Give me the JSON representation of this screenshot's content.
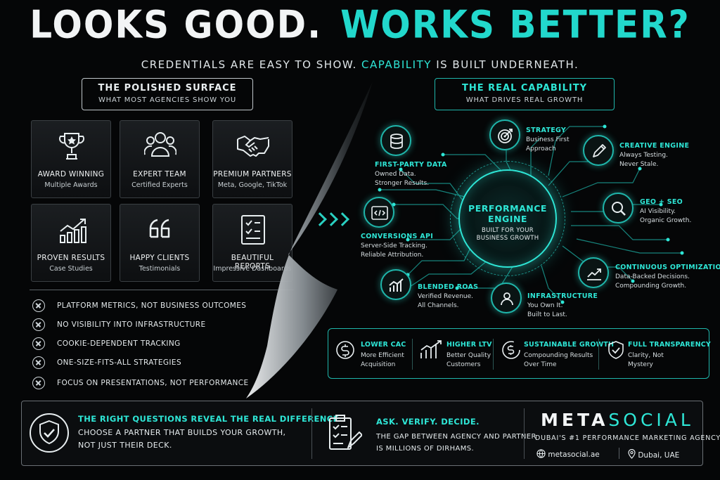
{
  "header": {
    "title_white": "LOOKS GOOD.",
    "title_teal": "WORKS BETTER?",
    "subtitle_a": "CREDENTIALS ARE EASY TO SHOW.",
    "subtitle_b": "CAPABILITY",
    "subtitle_c": "IS BUILT UNDERNEATH."
  },
  "left": {
    "heading": "THE POLISHED SURFACE",
    "subheading": "WHAT MOST AGENCIES SHOW YOU",
    "cards": [
      {
        "icon": "trophy-icon",
        "label": "AWARD WINNING",
        "sub": "Multiple Awards"
      },
      {
        "icon": "team-icon",
        "label": "EXPERT TEAM",
        "sub": "Certified Experts"
      },
      {
        "icon": "handshake-icon",
        "label": "PREMIUM PARTNERS",
        "sub": "Meta, Google, TikTok"
      },
      {
        "icon": "growth-chart-icon",
        "label": "PROVEN RESULTS",
        "sub": "Case Studies"
      },
      {
        "icon": "quote-icon",
        "label": "HAPPY CLIENTS",
        "sub": "Testimonials"
      },
      {
        "icon": "report-icon",
        "label": "BEAUTIFUL REPORTS",
        "sub": "Impressive Dashboards"
      }
    ],
    "negatives": [
      "PLATFORM METRICS, NOT BUSINESS OUTCOMES",
      "NO VISIBILITY INTO INFRASTRUCTURE",
      "COOKIE-DEPENDENT TRACKING",
      "ONE-SIZE-FITS-ALL STRATEGIES",
      "FOCUS ON PRESENTATIONS, NOT PERFORMANCE"
    ]
  },
  "right": {
    "heading": "THE REAL CAPABILITY",
    "subheading": "WHAT DRIVES REAL GROWTH",
    "core": {
      "line1": "PERFORMANCE",
      "line2": "ENGINE",
      "line3": "BUILT FOR YOUR",
      "line4": "BUSINESS GROWTH"
    },
    "nodes": {
      "first_party": {
        "icon": "database-icon",
        "label": "FIRST-PARTY DATA",
        "d1": "Owned Data.",
        "d2": "Stronger Results."
      },
      "strategy": {
        "icon": "target-icon",
        "label": "STRATEGY",
        "d1": "Business First",
        "d2": "Approach"
      },
      "creative": {
        "icon": "pencil-icon",
        "label": "CREATIVE ENGINE",
        "d1": "Always Testing.",
        "d2": "Never Stale."
      },
      "geo": {
        "icon": "magnifier-icon",
        "label": "GEO + SEO",
        "d1": "AI Visibility.",
        "d2": "Organic Growth."
      },
      "capi": {
        "icon": "code-icon",
        "label": "CONVERSIONS API",
        "d1": "Server-Side Tracking.",
        "d2": "Reliable Attribution."
      },
      "optimization": {
        "icon": "trend-icon",
        "label": "CONTINUOUS OPTIMIZATION",
        "d1": "Data-Backed Decisions.",
        "d2": "Compounding Growth."
      },
      "roas": {
        "icon": "bar-chart-icon",
        "label": "BLENDED ROAS",
        "d1": "Verified Revenue.",
        "d2": "All Channels."
      },
      "infrastructure": {
        "icon": "user-lock-icon",
        "label": "INFRASTRUCTURE",
        "d1": "You Own It.",
        "d2": "Built to Last."
      }
    },
    "benefits": [
      {
        "icon": "dollar-icon",
        "title": "LOWER CAC",
        "d1": "More Efficient",
        "d2": "Acquisition"
      },
      {
        "icon": "ltv-chart-icon",
        "title": "HIGHER LTV",
        "d1": "Better Quality",
        "d2": "Customers"
      },
      {
        "icon": "growth-dollar-icon",
        "title": "SUSTAINABLE GROWTH",
        "d1": "Compounding Results",
        "d2": "Over Time"
      },
      {
        "icon": "shield-check-icon",
        "title": "FULL TRANSPARENCY",
        "d1": "Clarity, Not",
        "d2": "Mystery"
      }
    ]
  },
  "footer": {
    "q_title": "THE RIGHT QUESTIONS REVEAL THE REAL DIFFERENCE.",
    "q_line1": "CHOOSE A PARTNER THAT BUILDS YOUR GROWTH,",
    "q_line2": "NOT JUST THEIR DECK.",
    "a_title": "ASK. VERIFY. DECIDE.",
    "a_line1": "THE GAP BETWEEN AGENCY AND PARTNER",
    "a_line2": "IS MILLIONS OF DIRHAMS.",
    "brand_a": "META",
    "brand_b": "SOCIAL",
    "tagline": "DUBAI'S #1 PERFORMANCE MARKETING AGENCY",
    "website": "metasocial.ae",
    "location": "Dubai, UAE"
  },
  "colors": {
    "accent": "#2ee6d6",
    "background": "#050607"
  }
}
